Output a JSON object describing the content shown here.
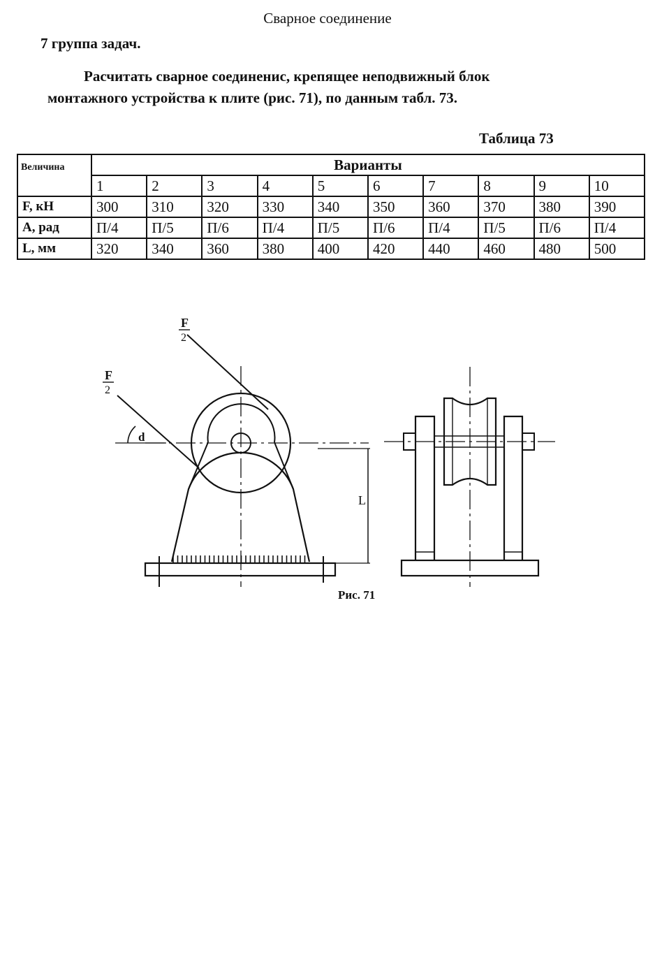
{
  "document": {
    "title": "Сварное соединение",
    "group": "7 группа задач.",
    "task_line1": "Расчитать сварное соединенис, крепящее неподвижный блок",
    "task_line2": "монтажного устройства к плите (рис. 71), по данным табл. 73.",
    "table_caption": "Таблица 73"
  },
  "table": {
    "quantity_header": "Величина",
    "variants_header": "Варианты",
    "variants": [
      "1",
      "2",
      "3",
      "4",
      "5",
      "6",
      "7",
      "8",
      "9",
      "10"
    ],
    "rows": [
      {
        "label": "F, кН",
        "values": [
          "300",
          "310",
          "320",
          "330",
          "340",
          "350",
          "360",
          "370",
          "380",
          "390"
        ]
      },
      {
        "label": "A, рад",
        "values": [
          "П/4",
          "П/5",
          "П/6",
          "П/4",
          "П/5",
          "П/6",
          "П/4",
          "П/5",
          "П/6",
          "П/4"
        ]
      },
      {
        "label": "L, мм",
        "values": [
          "320",
          "340",
          "360",
          "380",
          "400",
          "420",
          "440",
          "460",
          "480",
          "500"
        ]
      }
    ]
  },
  "figure": {
    "force_top_numerator": "F",
    "force_top_denominator": "2",
    "force_left_numerator": "F",
    "force_left_denominator": "2",
    "angle_label": "d",
    "dimension_label": "L",
    "caption": "Рис. 71"
  }
}
